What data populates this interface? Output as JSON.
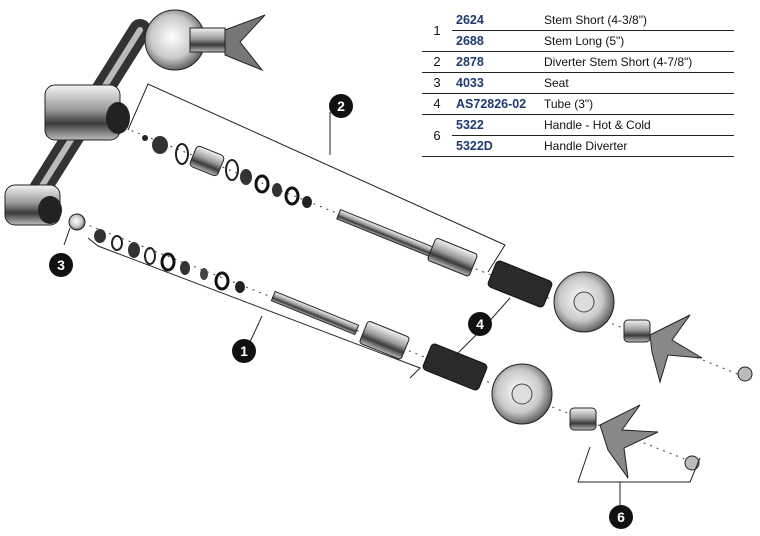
{
  "parts": [
    {
      "ref": "1",
      "part": "2624",
      "description": "Stem Short (4-3/8\")",
      "rowspan": 2
    },
    {
      "ref": "",
      "part": "2688",
      "description": "Stem Long (5\")"
    },
    {
      "ref": "2",
      "part": "2878",
      "description": "Diverter Stem Short (4-7/8\")",
      "rowspan": 1
    },
    {
      "ref": "3",
      "part": "4033",
      "description": "Seat",
      "rowspan": 1
    },
    {
      "ref": "4",
      "part": "AS72826-02",
      "description": "Tube (3\")",
      "rowspan": 1
    },
    {
      "ref": "6",
      "part": "5322",
      "description": "Handle - Hot & Cold",
      "rowspan": 2
    },
    {
      "ref": "",
      "part": "5322D",
      "description": "Handle Diverter"
    }
  ],
  "callouts": {
    "c1": "1",
    "c2": "2",
    "c3": "3",
    "c4": "4",
    "c6": "6"
  },
  "colors": {
    "part_number": "#1f3b70",
    "callout_fill": "#111111",
    "drawing": "#222222"
  }
}
